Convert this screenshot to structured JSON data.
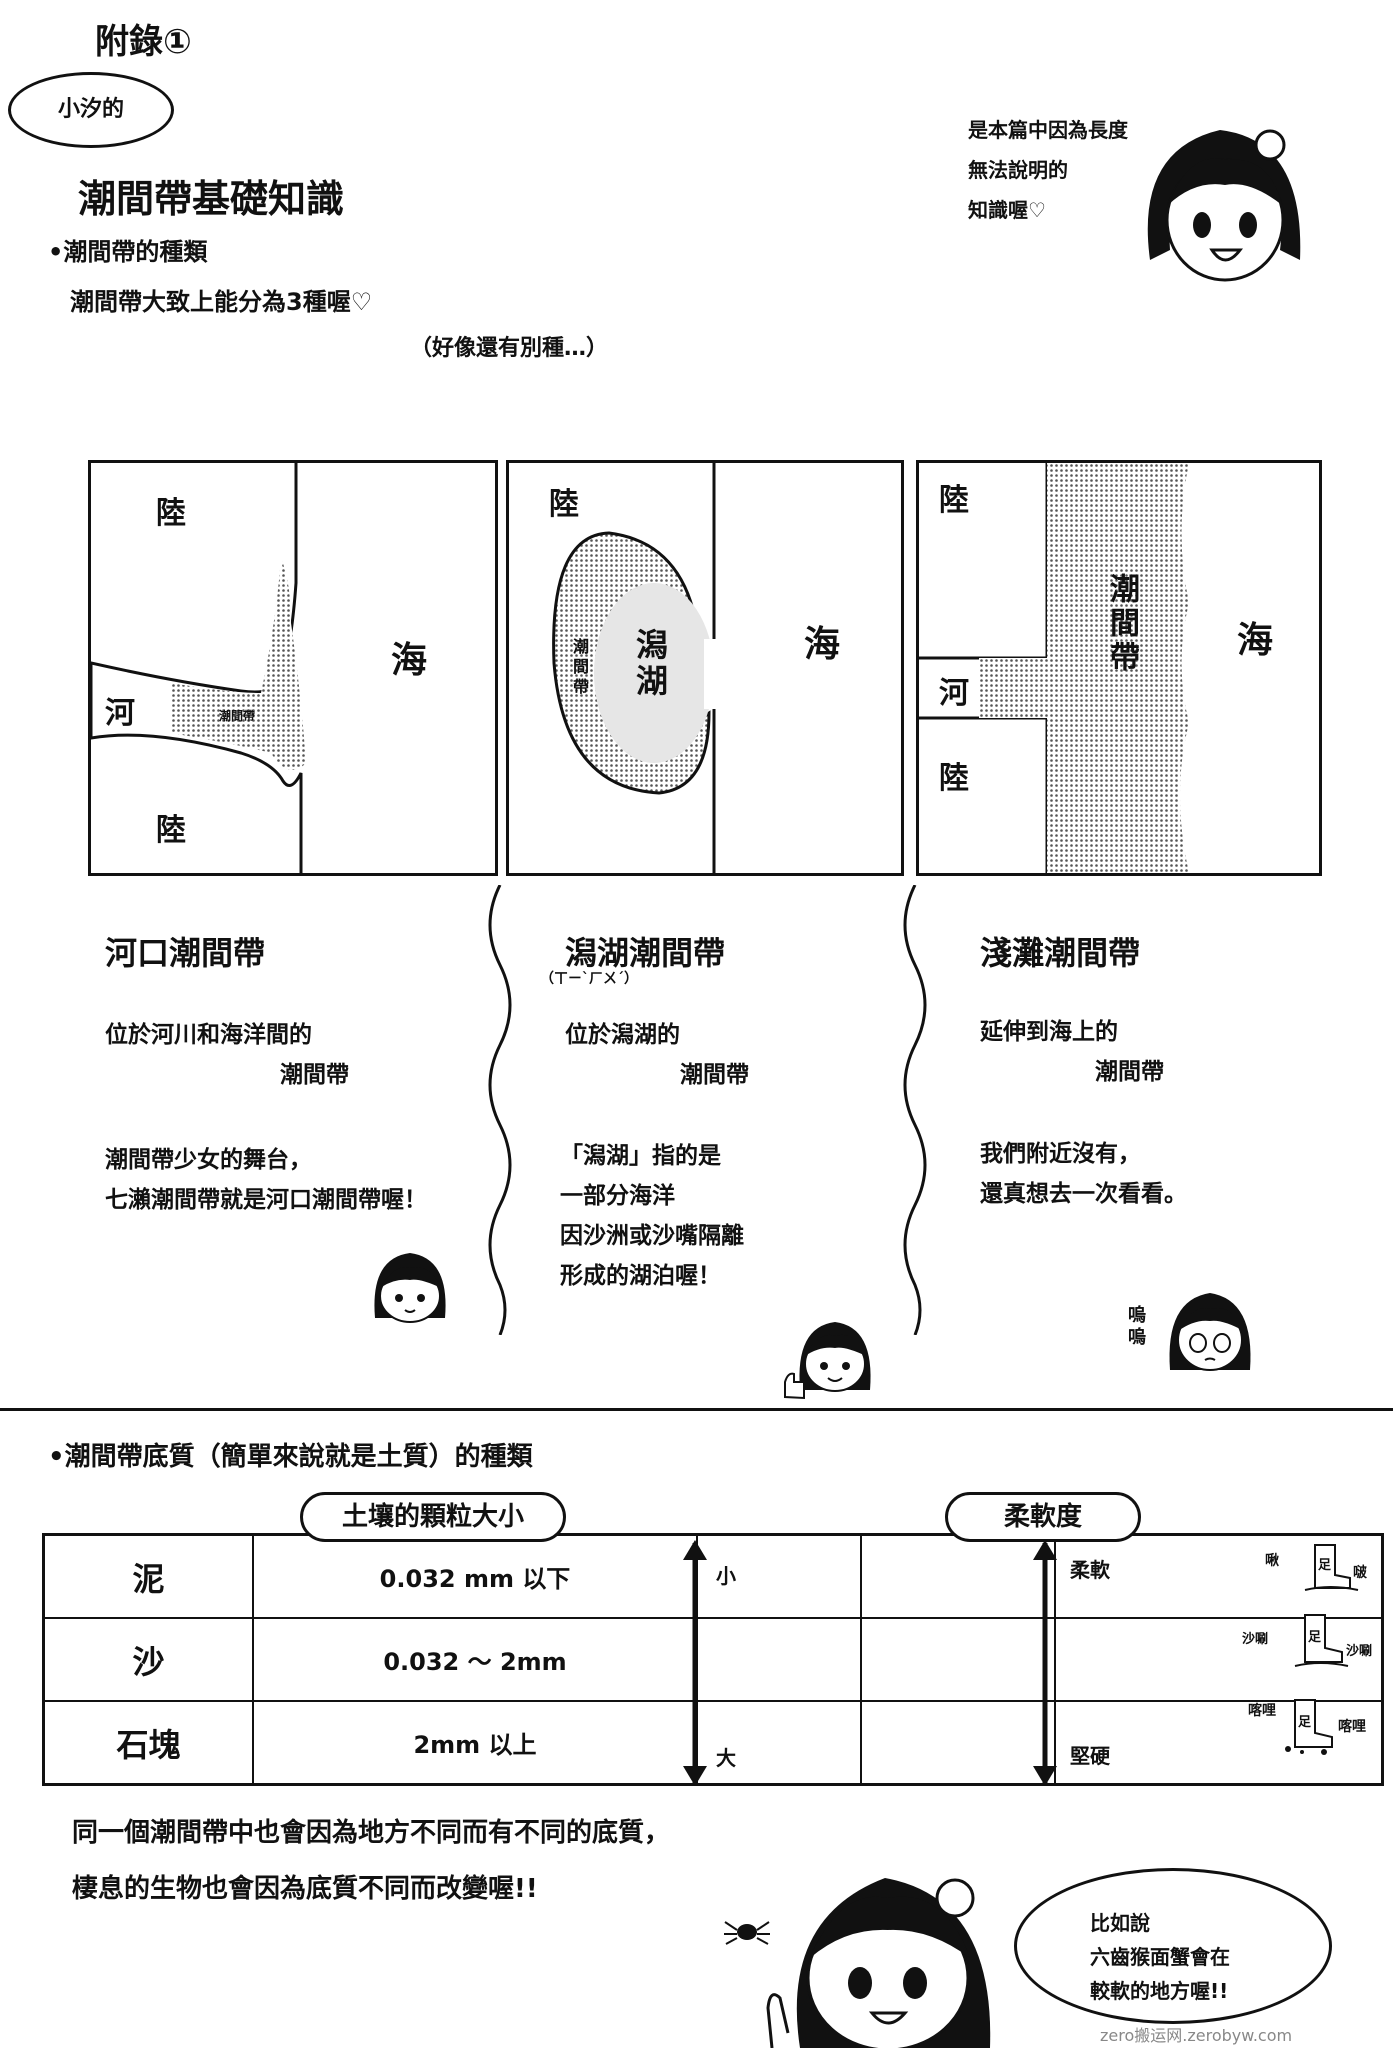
{
  "header": {
    "appendix_title": "附錄①",
    "bubble_label": "小汐的",
    "page_title": "潮間帶基礎知識",
    "section1_heading": "•潮間帶的種類",
    "section1_text": "潮間帶大致上能分為3種喔♡",
    "section1_note": "（好像還有別種…）",
    "speech_lines": [
      "是本篇中因為長度",
      "無法說明的",
      "知識喔♡"
    ]
  },
  "maps": [
    {
      "labels": {
        "land_top": "陸",
        "land_bottom": "陸",
        "sea": "海",
        "river": "河",
        "zone": "潮間帶"
      },
      "name": "河口潮間帶",
      "sub": "",
      "desc": [
        "位於河川和海洋間的",
        "潮間帶"
      ],
      "extra": [
        "潮間帶少女的舞台，",
        "七瀨潮間帶就是河口潮間帶喔！"
      ]
    },
    {
      "labels": {
        "land_top": "陸",
        "lagoon": "潟湖",
        "sea": "海",
        "zone": "潮間帶"
      },
      "name": "潟湖潮間帶",
      "sub": "（ㄒㄧˋㄏㄨˊ）",
      "desc": [
        "位於潟湖的",
        "潮間帶"
      ],
      "extra": [
        "「潟湖」指的是",
        "一部分海洋",
        "因沙洲或沙嘴隔離",
        "形成的湖泊喔！"
      ]
    },
    {
      "labels": {
        "land_top": "陸",
        "land_bottom": "陸",
        "sea": "海",
        "river": "河",
        "zone": "潮間帶"
      },
      "name": "淺灘潮間帶",
      "sub": "",
      "desc": [
        "延伸到海上的",
        "潮間帶"
      ],
      "extra": [
        "我們附近沒有，",
        "還真想去一次看看。"
      ],
      "sfx": "嗚嗚"
    }
  ],
  "section2": {
    "heading": "•潮間帶底質（簡單來說就是土質）的種類",
    "col_grain": "土壤的顆粒大小",
    "col_soft": "柔軟度",
    "rows": [
      {
        "name": "泥",
        "size": "0.032 mm 以下"
      },
      {
        "name": "沙",
        "size": "0.032 ～ 2mm"
      },
      {
        "name": "石塊",
        "size": "2mm 以上"
      }
    ],
    "grain_small": "小",
    "grain_large": "大",
    "soft_top": "柔軟",
    "soft_bottom": "堅硬",
    "boot_sfx": [
      "啾",
      "啵",
      "沙唰",
      "沙唰",
      "喀哩",
      "喀哩"
    ],
    "boot_label": "足"
  },
  "footer": {
    "line1": "同一個潮間帶中也會因為地方不同而有不同的底質，",
    "line2": "棲息的生物也會因為底質不同而改變喔!!",
    "speech": [
      "比如說",
      "六齒猴面蟹會在",
      "較軟的地方喔!!"
    ],
    "watermark": "zero搬运网.zerobyw.com"
  },
  "colors": {
    "ink": "#111111",
    "screentone": "#a9a9a9",
    "light_tone": "#e2e2e2"
  }
}
